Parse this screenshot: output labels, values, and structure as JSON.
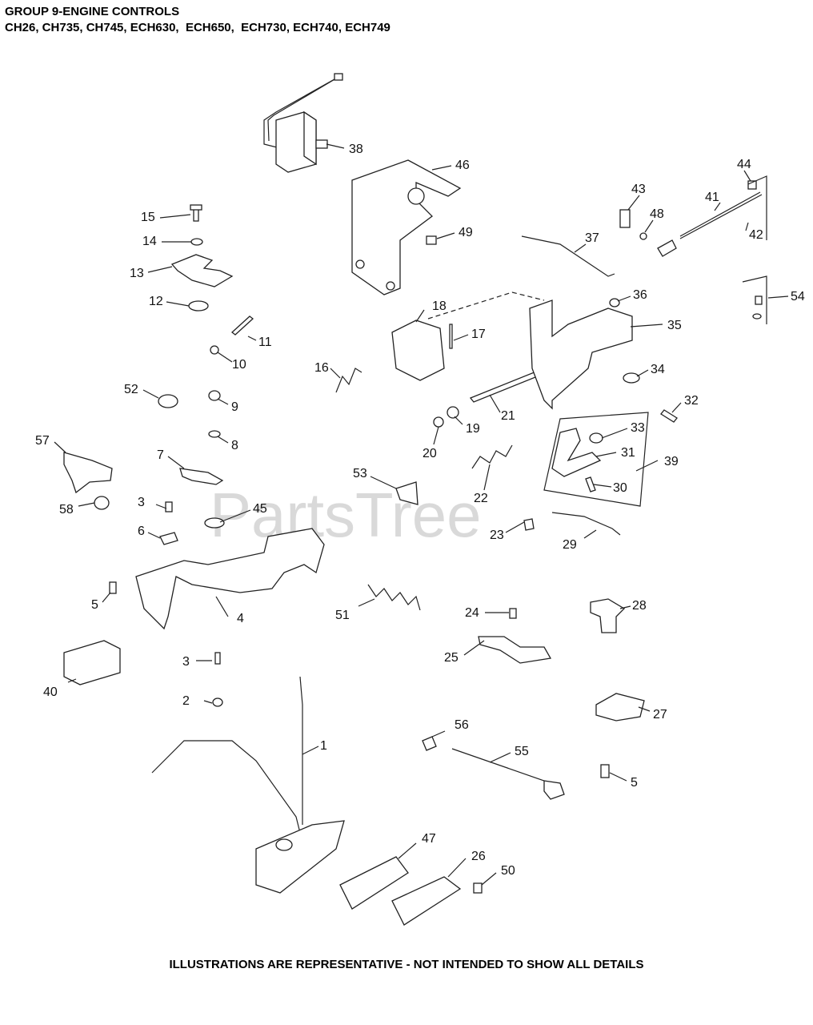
{
  "header": {
    "title": "GROUP 9-ENGINE CONTROLS",
    "models": "CH26, CH735, CH745, ECH630,  ECH650,  ECH730, ECH740, ECH749"
  },
  "watermark": "PartsTree",
  "footer": "ILLUSTRATIONS ARE REPRESENTATIVE - NOT INTENDED TO SHOW ALL DETAILS",
  "callouts": [
    "1",
    "2",
    "3",
    "3",
    "4",
    "5",
    "5",
    "6",
    "7",
    "8",
    "9",
    "10",
    "11",
    "12",
    "13",
    "14",
    "15",
    "16",
    "17",
    "18",
    "19",
    "20",
    "21",
    "22",
    "23",
    "24",
    "25",
    "26",
    "27",
    "28",
    "29",
    "30",
    "31",
    "32",
    "33",
    "34",
    "35",
    "36",
    "37",
    "38",
    "39",
    "40",
    "41",
    "42",
    "43",
    "44",
    "45",
    "46",
    "47",
    "48",
    "49",
    "50",
    "51",
    "52",
    "53",
    "54",
    "55",
    "56",
    "57",
    "58"
  ]
}
